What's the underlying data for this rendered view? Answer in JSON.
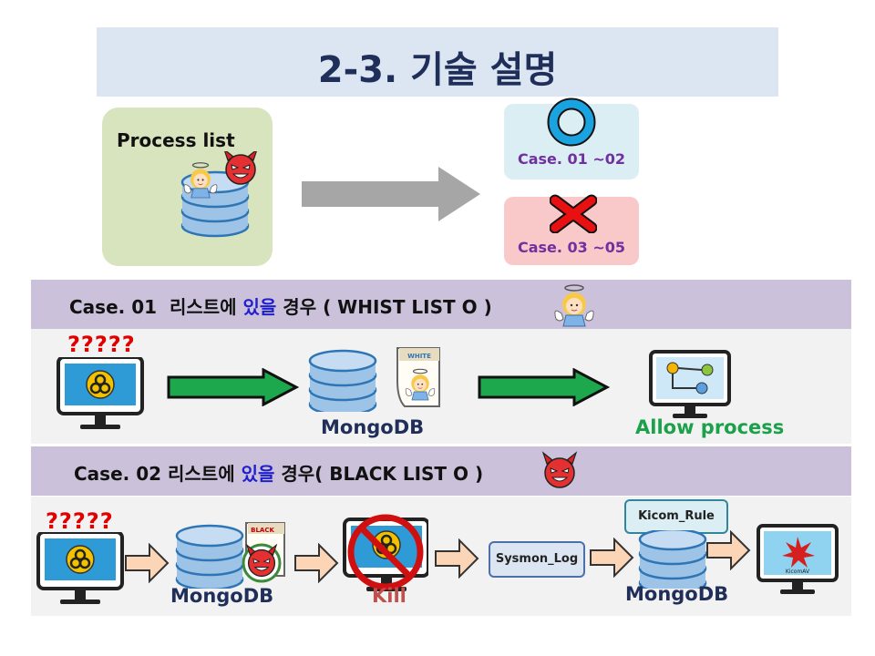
{
  "title": "2-3. 기술 설명",
  "process_box": {
    "label": "Process list"
  },
  "cases_top": {
    "ok_label": "Case. 01 ~02",
    "no_label": "Case. 03 ~05"
  },
  "case1": {
    "header_prefix": "Case. 01  리스트에 ",
    "header_highlight": "있을",
    "header_suffix": " 경우 ( WHIST LIST O )",
    "question": "?????",
    "db_label": "MongoDB",
    "tag_label": "WHITE",
    "result_label": "Allow process"
  },
  "case2": {
    "header_prefix": "Case. 02 리스트에 ",
    "header_highlight": "있을",
    "header_suffix": " 경우( BLACK LIST O )",
    "question": "?????",
    "db_label_1": "MongoDB",
    "tag_label": "BLACK",
    "kill_label": "Kill",
    "log_label": "Sysmon_Log",
    "rule_label": "Kicom_Rule",
    "db_label_2": "MongoDB",
    "av_label": "KicomAV"
  },
  "colors": {
    "green": "#1aa14a",
    "navy": "#1f2f5a",
    "kill": "#c0504d",
    "purple": "#7030a0"
  }
}
